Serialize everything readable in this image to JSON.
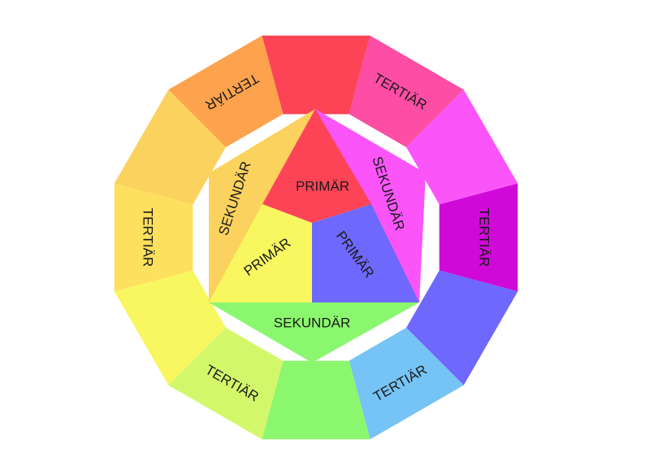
{
  "ring": {
    "segments": [
      {
        "color": "#fd4457",
        "label": ""
      },
      {
        "color": "#fd4da4",
        "label": "TERTIÄR"
      },
      {
        "color": "#fb55fa",
        "label": ""
      },
      {
        "color": "#cf0ad8",
        "label": "TERTIÄR"
      },
      {
        "color": "#6f68fd",
        "label": ""
      },
      {
        "color": "#76c3f5",
        "label": "TERTIÄR"
      },
      {
        "color": "#8bf76f",
        "label": ""
      },
      {
        "color": "#d3f76a",
        "label": "TERTIÄR"
      },
      {
        "color": "#f8f760",
        "label": ""
      },
      {
        "color": "#fde05e",
        "label": "TERTIÄR"
      },
      {
        "color": "#fbd25d",
        "label": ""
      },
      {
        "color": "#fda24d",
        "label": "TERTIÄR"
      }
    ]
  },
  "center": {
    "primary_top": {
      "label": "PRIMÄR",
      "color": "#fd4457"
    },
    "primary_left": {
      "label": "PRIMÄR",
      "color": "#f8f760"
    },
    "primary_right": {
      "label": "PRIMÄR",
      "color": "#6f68fd"
    },
    "secondary_left": {
      "label": "SEKUNDÄR",
      "color": "#fbd25d"
    },
    "secondary_right": {
      "label": "SEKUNDÄR",
      "color": "#fb55fa"
    },
    "secondary_bottom": {
      "label": "SEKUNDÄR",
      "color": "#8bf76f"
    }
  }
}
